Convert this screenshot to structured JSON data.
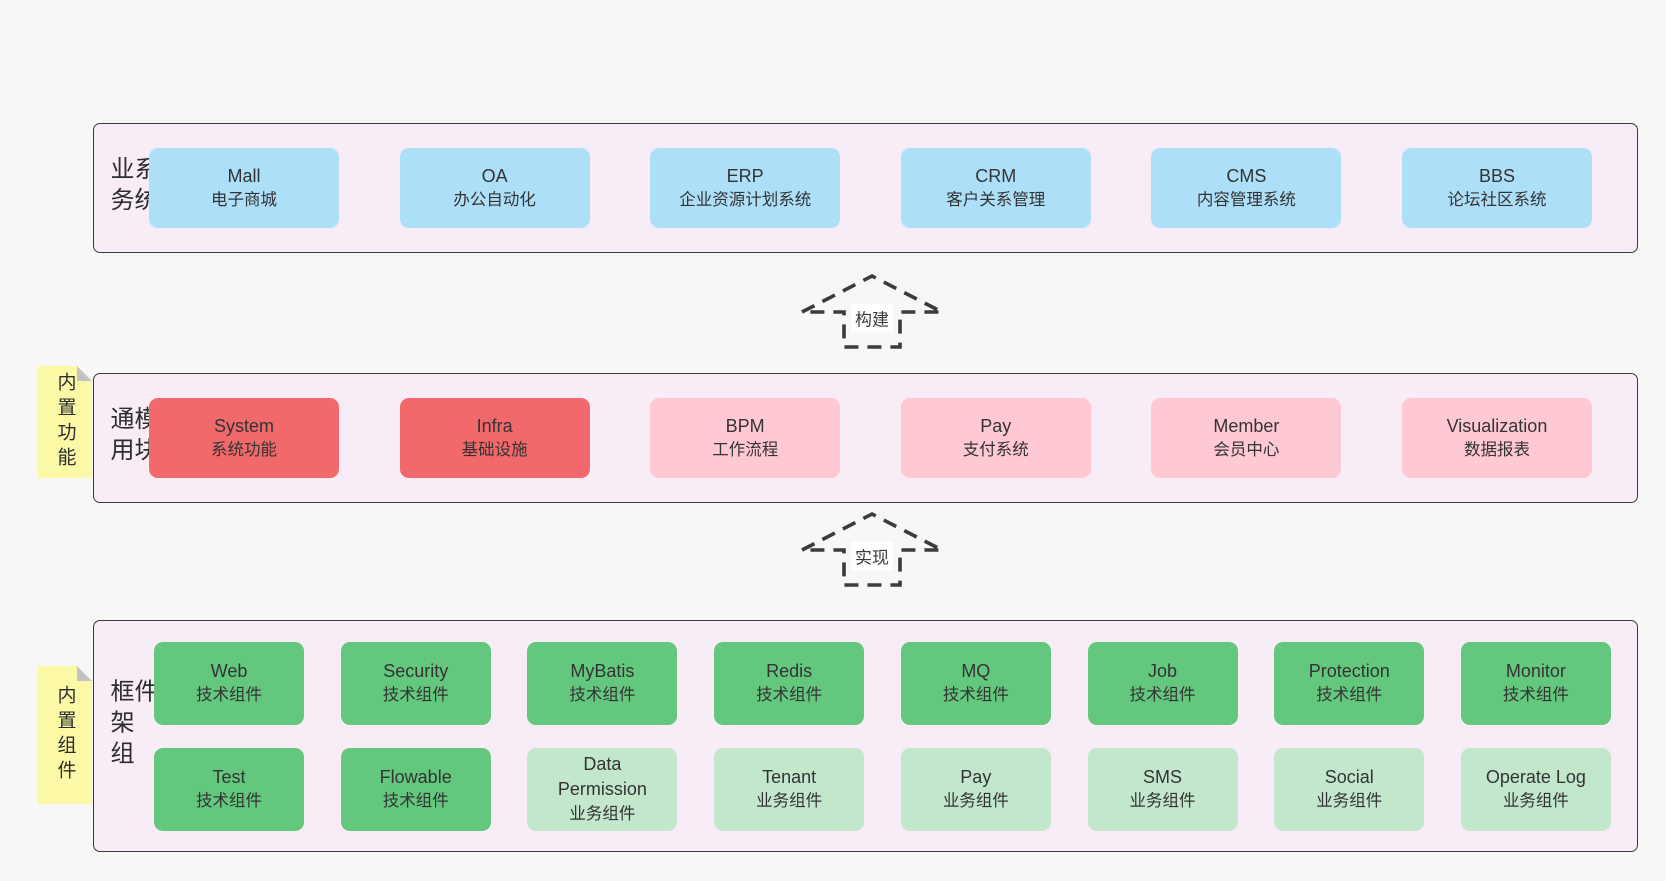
{
  "diagram": {
    "arrows": [
      {
        "label": "构建"
      },
      {
        "label": "实现"
      }
    ],
    "bands": [
      {
        "label": "业务系统",
        "boxes": [
          {
            "title": "Mall",
            "subtitle": "电子商城"
          },
          {
            "title": "OA",
            "subtitle": "办公自动化"
          },
          {
            "title": "ERP",
            "subtitle": "企业资源计划系统"
          },
          {
            "title": "CRM",
            "subtitle": "客户关系管理"
          },
          {
            "title": "CMS",
            "subtitle": "内容管理系统"
          },
          {
            "title": "BBS",
            "subtitle": "论坛社区系统"
          }
        ]
      },
      {
        "label": "通用模块",
        "note": "内置功能",
        "boxes": [
          {
            "title": "System",
            "subtitle": "系统功能"
          },
          {
            "title": "Infra",
            "subtitle": "基础设施"
          },
          {
            "title": "BPM",
            "subtitle": "工作流程"
          },
          {
            "title": "Pay",
            "subtitle": "支付系统"
          },
          {
            "title": "Member",
            "subtitle": "会员中心"
          },
          {
            "title": "Visualization",
            "subtitle": "数据报表"
          }
        ]
      },
      {
        "label": "框架组件",
        "note": "内置组件",
        "rows": [
          [
            {
              "title": "Web",
              "subtitle": "技术组件"
            },
            {
              "title": "Security",
              "subtitle": "技术组件"
            },
            {
              "title": "MyBatis",
              "subtitle": "技术组件"
            },
            {
              "title": "Redis",
              "subtitle": "技术组件"
            },
            {
              "title": "MQ",
              "subtitle": "技术组件"
            },
            {
              "title": "Job",
              "subtitle": "技术组件"
            },
            {
              "title": "Protection",
              "subtitle": "技术组件"
            },
            {
              "title": "Monitor",
              "subtitle": "技术组件"
            }
          ],
          [
            {
              "title": "Test",
              "subtitle": "技术组件"
            },
            {
              "title": "Flowable",
              "subtitle": "技术组件"
            },
            {
              "title": "Data Permission",
              "subtitle": "业务组件"
            },
            {
              "title": "Tenant",
              "subtitle": "业务组件"
            },
            {
              "title": "Pay",
              "subtitle": "业务组件"
            },
            {
              "title": "SMS",
              "subtitle": "业务组件"
            },
            {
              "title": "Social",
              "subtitle": "业务组件"
            },
            {
              "title": "Operate Log",
              "subtitle": "业务组件"
            }
          ]
        ]
      }
    ],
    "colors": {
      "page_bg": "#f7f7f7",
      "band_bg": "#f8edf6",
      "band_border": "#3a3a3a",
      "business_box": "#aedff8",
      "core_module_box": "#f2696c",
      "optional_module_box": "#ffc9d4",
      "tech_component_box": "#64c77e",
      "biz_component_box": "#c3e7cc",
      "sticky_note": "#fbf9a6",
      "sticky_fold": "#c2c2c2",
      "text": "#333333",
      "arrow": "#3b3b3b"
    }
  }
}
